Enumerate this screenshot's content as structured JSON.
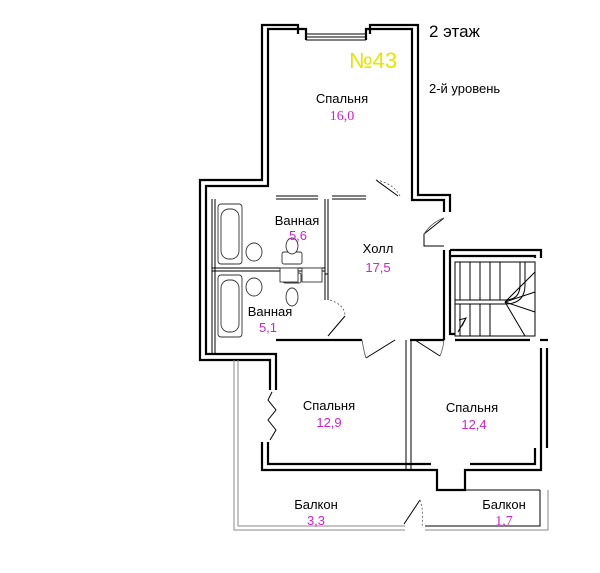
{
  "header": {
    "floor": "2 этаж",
    "apartment": "№43",
    "level": "2-й уровень"
  },
  "rooms": [
    {
      "name": "Спальня",
      "area": "16,0"
    },
    {
      "name": "Ванная",
      "area": "5,6"
    },
    {
      "name": "Холл",
      "area": "17,5"
    },
    {
      "name": "Ванная",
      "area": "5,1"
    },
    {
      "name": "Спальня",
      "area": "12,9"
    },
    {
      "name": "Спальня",
      "area": "12,4"
    },
    {
      "name": "Балкон",
      "area": "3,3"
    },
    {
      "name": "Балкон",
      "area": "1,7"
    }
  ],
  "colors": {
    "wall": "#000000",
    "area_label": "#d020d0",
    "apartment_number": "#e6e600"
  }
}
